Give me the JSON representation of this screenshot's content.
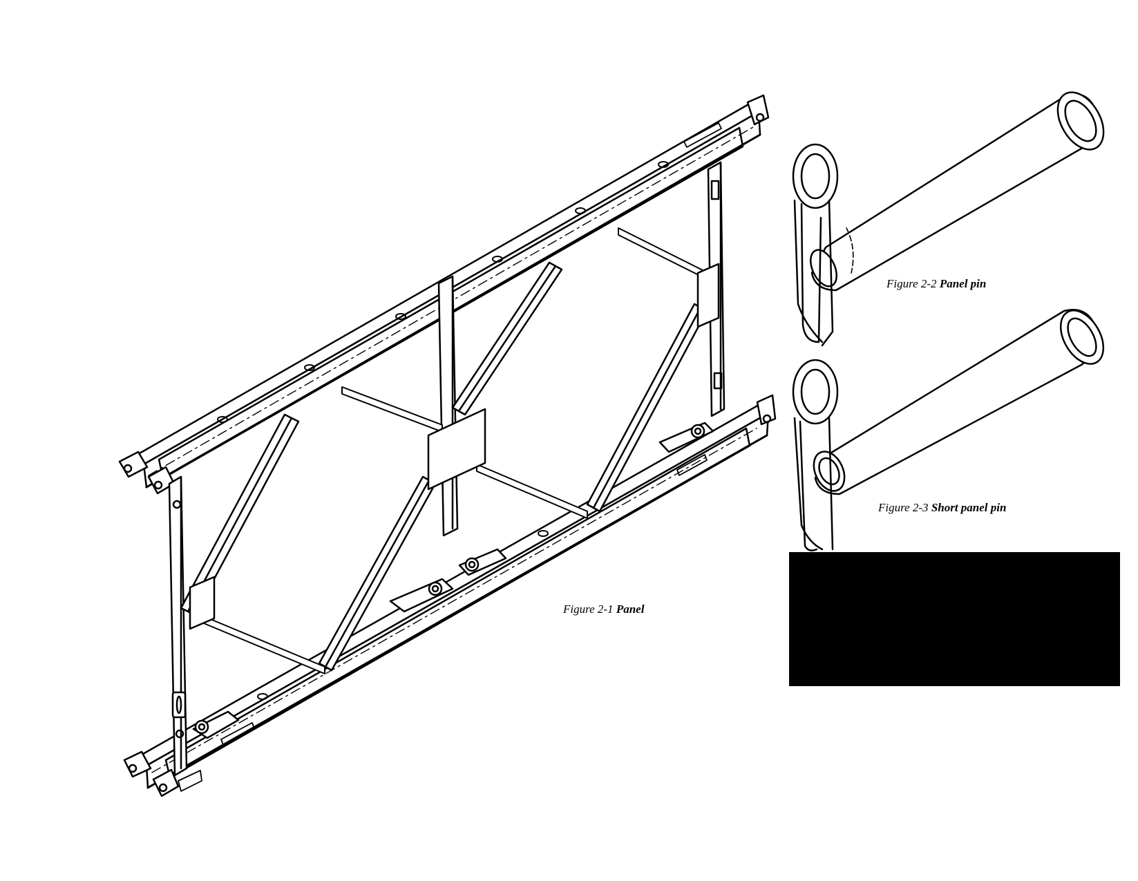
{
  "figures": [
    {
      "number": "Figure 2-1",
      "name": "Panel"
    },
    {
      "number": "Figure 2-2",
      "name": "Panel pin"
    },
    {
      "number": "Figure 2-3",
      "name": "Short panel pin"
    }
  ],
  "colors": {
    "ink": "#000000",
    "paper": "#ffffff",
    "redaction_block": "#000000"
  }
}
